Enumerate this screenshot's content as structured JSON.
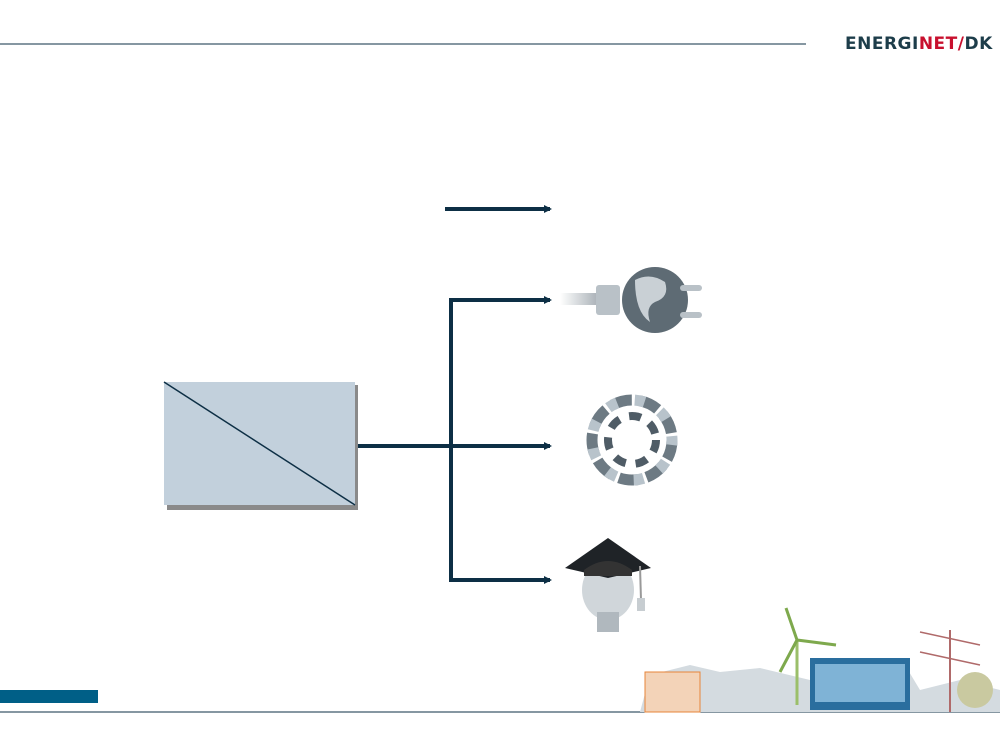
{
  "logo": {
    "part1": "ENERGI",
    "part2": "NET",
    "slash": "/",
    "part3": "DK"
  },
  "colors": {
    "line": "#0d2f45",
    "box": "#c2d0dc",
    "accent": "#005f87",
    "logo_red": "#c8102e"
  },
  "icons": [
    "globe-plug-icon",
    "chain-ring-icon",
    "graduate-lightbulb-icon",
    "landscape-illustration"
  ]
}
